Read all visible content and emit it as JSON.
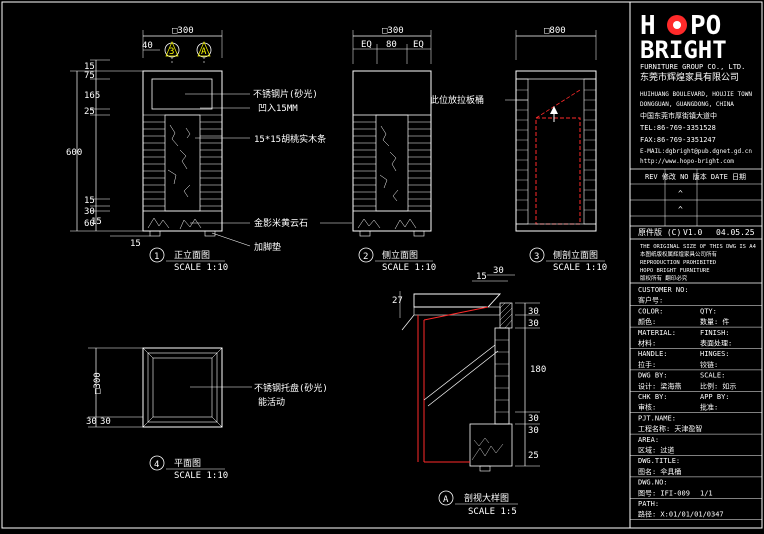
{
  "logo": {
    "line1_a": "H",
    "line1_b": "PO",
    "line2": "BRIGHT",
    "sub": "FURNITURE GROUP CO., LTD.",
    "cn_name": "东莞市辉煌家具有限公司"
  },
  "company_info": [
    "HUIHUANG BOULEVARD, HOUJIE TOWN",
    "DONGGUAN, GUANGDONG, CHINA",
    "中国东莞市厚街镇大道中",
    "TEL:86-769-3351528",
    "FAX:86-769-3351247",
    "E-MAIL:dgbright@pub.dgnet.gd.cn",
    "http://www.hopo-bright.com"
  ],
  "revision": {
    "header": "REV 修改  NO 版本  DATE 日期",
    "version_label": "原件版 (C)",
    "version": "V1.0",
    "date": "04.05.25"
  },
  "notes": [
    "THE ORIGINAL SIZE OF THIS DWG IS A4",
    "本图纸版权属辉煌家具公司所有",
    "REPRODUCTION PROHIBITED",
    "HOPO BRIGHT FURNITURE",
    "版权所有 翻印必究"
  ],
  "title_rows": [
    {
      "l": "CUSTOMER NO:",
      "r": ""
    },
    {
      "l": "客户号:",
      "r": ""
    },
    {
      "l": "COLOR:",
      "r": "QTY:"
    },
    {
      "l": "颜色:",
      "r": "数量:  件"
    },
    {
      "l": "MATERIAL:",
      "r": "FINISH:"
    },
    {
      "l": "材料:",
      "r": "表面处理:"
    },
    {
      "l": "HANDLE:",
      "r": "HINGES:"
    },
    {
      "l": "拉手:",
      "r": "铰链:"
    },
    {
      "l": "DWG BY:",
      "r": "SCALE:"
    },
    {
      "l": "设计: 梁海燕",
      "r": "比例: 如示"
    },
    {
      "l": "CHK BY:",
      "r": "APP BY:"
    },
    {
      "l": "审核:",
      "r": "批准:"
    },
    {
      "l": "PJT.NAME:",
      "r": ""
    },
    {
      "l": "工程名称: 天津盈智",
      "r": ""
    },
    {
      "l": "AREA:",
      "r": ""
    },
    {
      "l": "区域: 过道",
      "r": ""
    },
    {
      "l": "DWG.TITLE:",
      "r": ""
    },
    {
      "l": "图名: 伞具桶",
      "r": ""
    },
    {
      "l": "DWG.NO:",
      "r": ""
    },
    {
      "l": "图号: IFI-009",
      "r": "1/1"
    },
    {
      "l": "PATH:",
      "r": ""
    },
    {
      "l": "路径: X:01/01/01/0347",
      "r": ""
    }
  ],
  "views": [
    {
      "num": "1",
      "name": "正立面图",
      "scale": "SCALE 1:10"
    },
    {
      "num": "2",
      "name": "侧立面图",
      "scale": "SCALE 1:10"
    },
    {
      "num": "3",
      "name": "侧剖立面图",
      "scale": "SCALE 1:10"
    },
    {
      "num": "4",
      "name": "平面图",
      "scale": "SCALE 1:10"
    },
    {
      "num": "A",
      "name": "剖视大样图",
      "scale": "SCALE 1:5"
    }
  ],
  "section_markers": [
    "3",
    "A"
  ],
  "callouts": {
    "steel_plate": "不锈钢片(砂光)",
    "recess": "凹入15MM",
    "solid_wood": "15*15胡桃实木条",
    "stone": "金影米黄云石",
    "foot": "加脚垫",
    "umbrella_board": "此位放拉板桶",
    "tray": "不锈钢托盘(砂光)",
    "removable": "能活动"
  },
  "dims": {
    "top_300": "□300",
    "d40": "40",
    "eq_left": "EQ",
    "eq_mid": "80",
    "eq_right": "EQ",
    "top_800": "□800",
    "v15a": "15",
    "v75": "75",
    "v165": "165",
    "v25": "25",
    "v600": "600",
    "v15b": "15",
    "v30": "30",
    "v60": "60",
    "v15c": "15",
    "h15": "15",
    "plan_300": "□300",
    "plan_30a": "30",
    "plan_30b": "30",
    "a30a": "30",
    "a15": "15",
    "a27": "27",
    "a30b": "30",
    "a30c": "30",
    "a180": "180",
    "a30d": "30",
    "a30e": "30",
    "a25": "25"
  },
  "colors": {
    "background": "#000000",
    "line": "#ffffff",
    "red": "#ff2a2a",
    "yellow": "#ffff00",
    "cyan": "#3fd0ff"
  }
}
